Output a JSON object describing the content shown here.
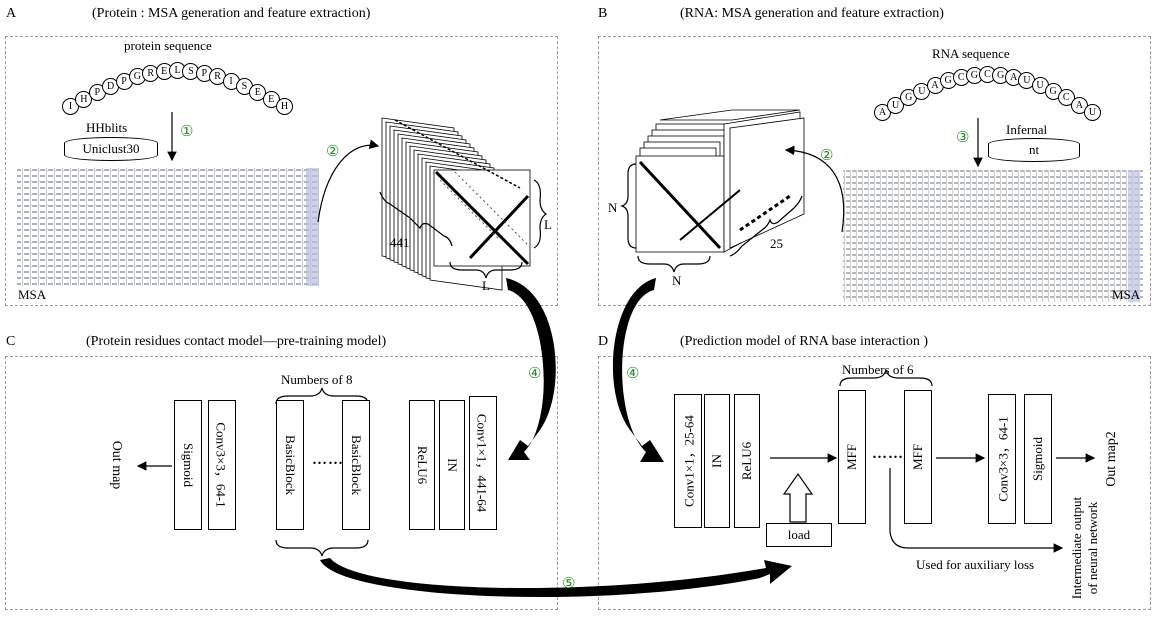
{
  "panels": {
    "a": {
      "label": "A",
      "title": "(Protein : MSA generation and feature extraction)"
    },
    "b": {
      "label": "B",
      "title": "(RNA: MSA generation and feature extraction)"
    },
    "c": {
      "label": "C",
      "title": "(Protein residues contact model—pre-training model)"
    },
    "d": {
      "label": "D",
      "title": "(Prediction model of RNA base interaction )"
    }
  },
  "protein": {
    "seq_label": "protein sequence",
    "sequence": [
      "I",
      "H",
      "P",
      "D",
      "P",
      "G",
      "R",
      "E",
      "L",
      "S",
      "P",
      "R",
      "I",
      "S",
      "E",
      "E",
      "H"
    ],
    "tool": "HHblits",
    "db": "Uniclust30",
    "msa_label": "MSA",
    "dim_depth": "441",
    "dim_side": "L",
    "dim_bottom": "L"
  },
  "rna": {
    "seq_label": "RNA sequence",
    "sequence": [
      "A",
      "U",
      "G",
      "U",
      "A",
      "G",
      "C",
      "G",
      "C",
      "G",
      "A",
      "U",
      "U",
      "G",
      "C",
      "A",
      "U"
    ],
    "tool": "Infernal",
    "db": "nt",
    "msa_label": "MSA",
    "dim_side": "N",
    "dim_bottom": "N",
    "dim_depth": "25"
  },
  "steps": {
    "s1": "①",
    "s2": "②",
    "s3": "③",
    "s4": "④",
    "s5": "⑤"
  },
  "model_c": {
    "conv_in": "Conv1×1，441-64",
    "norm": "IN",
    "act": "ReLU6",
    "block_a": "BasicBlock",
    "block_b": "BasicBlock",
    "dots": "……",
    "repeat": "Numbers of 8",
    "conv_out": "Conv3×3，64-1",
    "sigmoid": "Sigmoid",
    "output": "Out map"
  },
  "model_d": {
    "conv_in": "Conv1×1，25-64",
    "norm": "IN",
    "act": "ReLU6",
    "load": "load",
    "mff_a": "MFF",
    "mff_b": "MFF",
    "dots": "……",
    "repeat": "Numbers of 6",
    "conv_out": "Conv3×3，64-1",
    "sigmoid": "Sigmoid",
    "output": "Out map2",
    "aux": "Used for auxiliary loss",
    "intermediate_line1": "Intermediate output",
    "intermediate_line2": "of neural network"
  }
}
